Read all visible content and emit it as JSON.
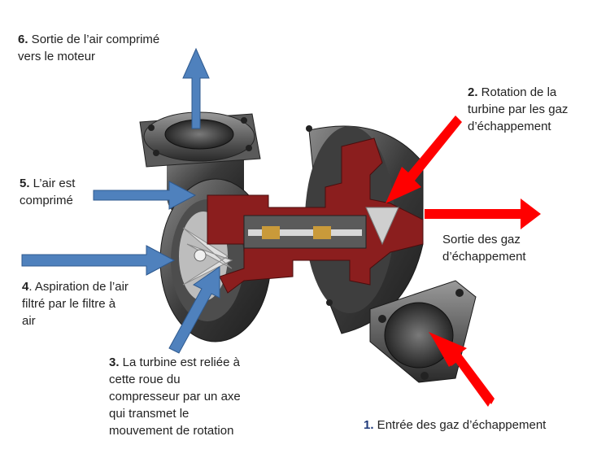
{
  "labels": {
    "l6": {
      "num": "6.",
      "text": " Sortie de l’air comprimé",
      "line2": "vers le moteur"
    },
    "l2": {
      "num": "2.",
      "text": " Rotation de la",
      "line2": "turbine par les gaz",
      "line3": "d’échappement"
    },
    "l5": {
      "num": "5.",
      "text": " L’air est",
      "line2": "comprimé"
    },
    "sortie": {
      "line1": "Sortie des gaz",
      "line2": "d’échappement"
    },
    "l4": {
      "num": "4",
      "text": ". Aspiration de l’air",
      "line2": "filtré par le filtre à",
      "line3": "air"
    },
    "l3": {
      "num": "3.",
      "text": " La turbine est reliée à",
      "line2": "cette roue du",
      "line3": "compresseur par un axe",
      "line4": "qui transmet le",
      "line5": "mouvement de rotation"
    },
    "l1": {
      "num": "1.",
      "text": " Entrée des gaz d’échappement"
    }
  },
  "colors": {
    "arrow_blue": "#4f81bd",
    "arrow_red": "#ff0000",
    "casing_gray": "#4a4a4a",
    "cutaway_red": "#8b1e1e"
  }
}
